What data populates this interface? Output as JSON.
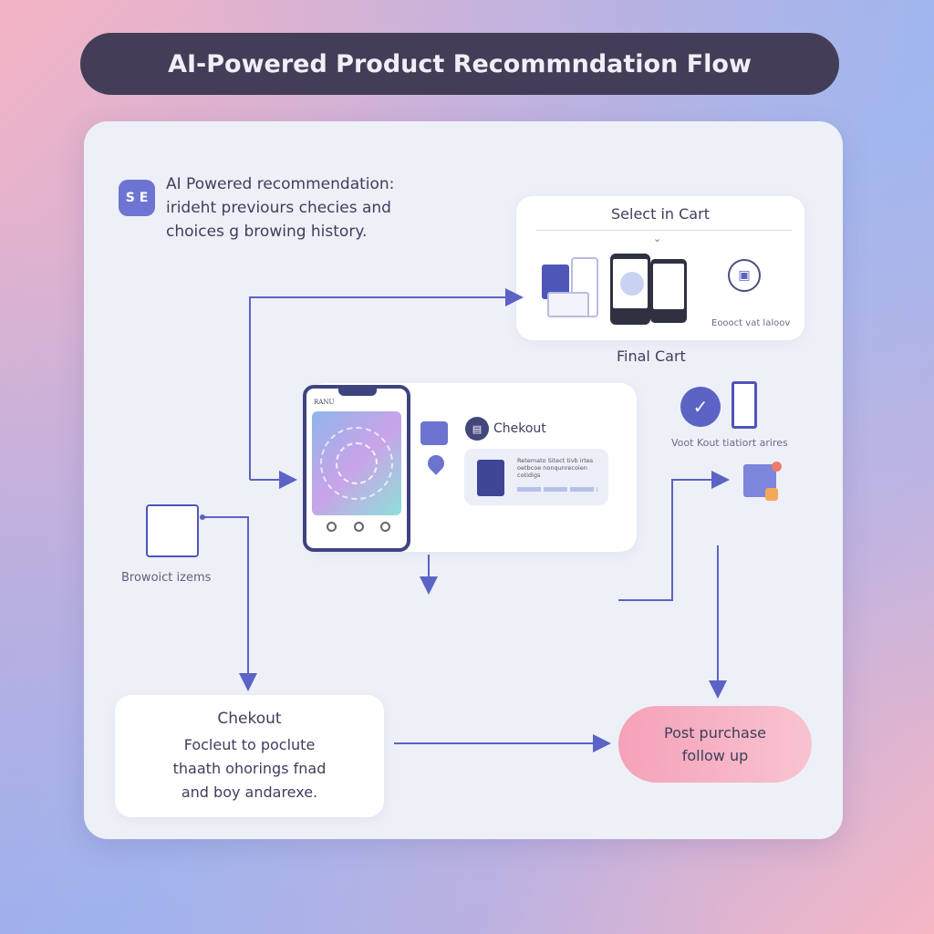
{
  "title": "AI-Powered Product Recommndation Flow",
  "intro": {
    "lines": [
      "AI Powered recommendation:",
      "irideht previours checies and",
      "choices g browing history."
    ]
  },
  "select_cart": {
    "heading": "Select in Cart",
    "caption": "Eoooct vat laloov",
    "below": "Final Cart"
  },
  "phone": {
    "brand": "RANU"
  },
  "checkout_panel": {
    "label": "Chekout",
    "desc_lines": [
      "Retemato Sitect tivb irtes",
      "oetbcoe nonqunrecoien",
      "cotidigs"
    ]
  },
  "right_caption": "Voot Kout tiatiort arires",
  "browse": {
    "label": "Browoict izems"
  },
  "checkout_box": {
    "heading": "Chekout",
    "lines": [
      "Focleut to poclute",
      "thaath ohorings fnad",
      "and boy andarexe."
    ]
  },
  "post": {
    "lines": [
      "Post purchase",
      "follow up"
    ]
  },
  "colors": {
    "accent": "#5b63c4",
    "title_bg": "#433d57",
    "post_bg": "#f6a9bd"
  }
}
